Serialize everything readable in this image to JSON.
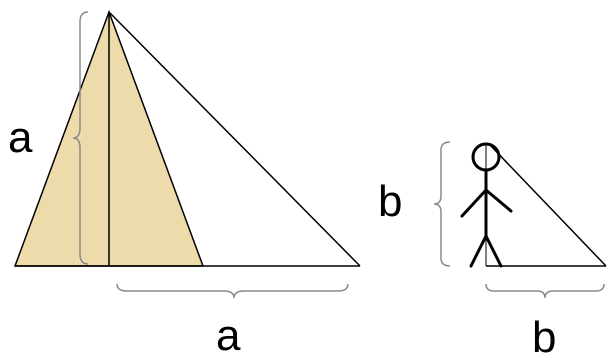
{
  "labels": {
    "pyramid_height": "a",
    "pyramid_shadow": "a",
    "person_height": "b",
    "person_shadow": "b"
  },
  "colors": {
    "pyramid_fill": "#EEDBAB",
    "line": "#000000",
    "brace": "#8A8A8A"
  }
}
